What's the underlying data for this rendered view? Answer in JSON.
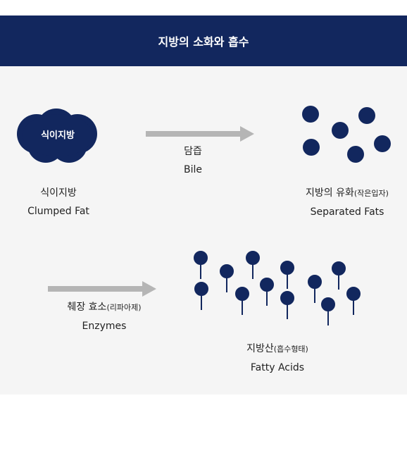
{
  "title": "지방의 소화와 흡수",
  "colors": {
    "navy": "#12275e",
    "arrow": "#b5b5b5",
    "panel": "#f5f5f5"
  },
  "clumped": {
    "cloud_label": "식이지방",
    "label_ko": "식이지방",
    "label_en": "Clumped Fat"
  },
  "bile": {
    "label_ko": "담즙",
    "label_en": "Bile"
  },
  "separated": {
    "label_ko": "지방의 유화",
    "label_ko_paren": "(작은입자)",
    "label_en": "Separated Fats"
  },
  "enzymes": {
    "label_ko": "췌장 효소",
    "label_ko_paren": "(리파아제)",
    "label_en": "Enzymes"
  },
  "fatty": {
    "label_ko": "지방산",
    "label_ko_paren": "(흡수형태)",
    "label_en": "Fatty Acids"
  }
}
